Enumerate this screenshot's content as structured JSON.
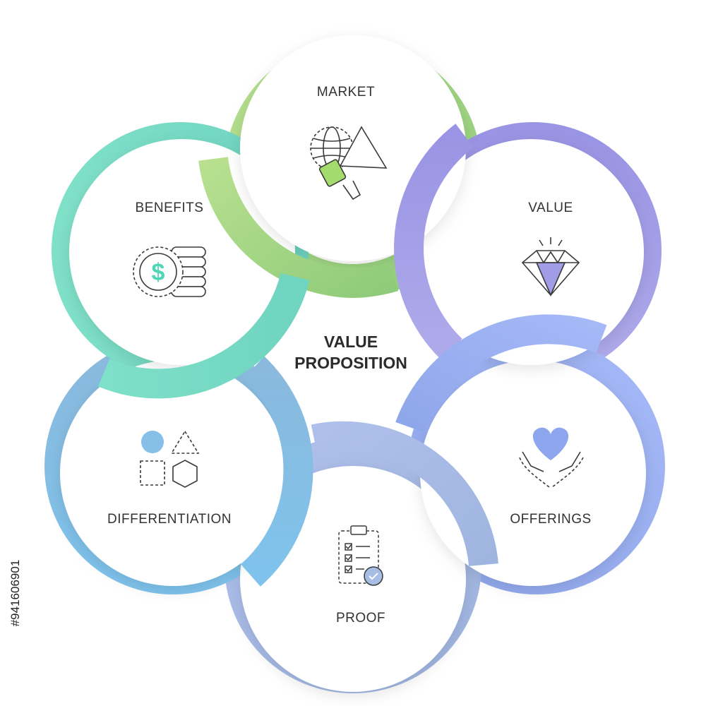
{
  "diagram": {
    "center_title": [
      "VALUE",
      "PROPOSITION"
    ],
    "segments": [
      {
        "id": "market",
        "label": "MARKET",
        "icon": "megaphone-globe-icon",
        "color": "#a3d47f"
      },
      {
        "id": "value",
        "label": "VALUE",
        "icon": "diamond-icon",
        "color": "#a19ce6"
      },
      {
        "id": "offerings",
        "label": "OFFERINGS",
        "icon": "heart-hands-icon",
        "color": "#98aef0"
      },
      {
        "id": "proof",
        "label": "PROOF",
        "icon": "checklist-clipboard-icon",
        "color": "#a6bde4"
      },
      {
        "id": "differentiation",
        "label": "DIFFERENTIATION",
        "icon": "shapes-icon",
        "color": "#86bfe7"
      },
      {
        "id": "benefits",
        "label": "BENEFITS",
        "icon": "dollar-coins-icon",
        "color": "#7fdcc6"
      }
    ]
  },
  "watermark": {
    "stock_id": "#941606901"
  }
}
